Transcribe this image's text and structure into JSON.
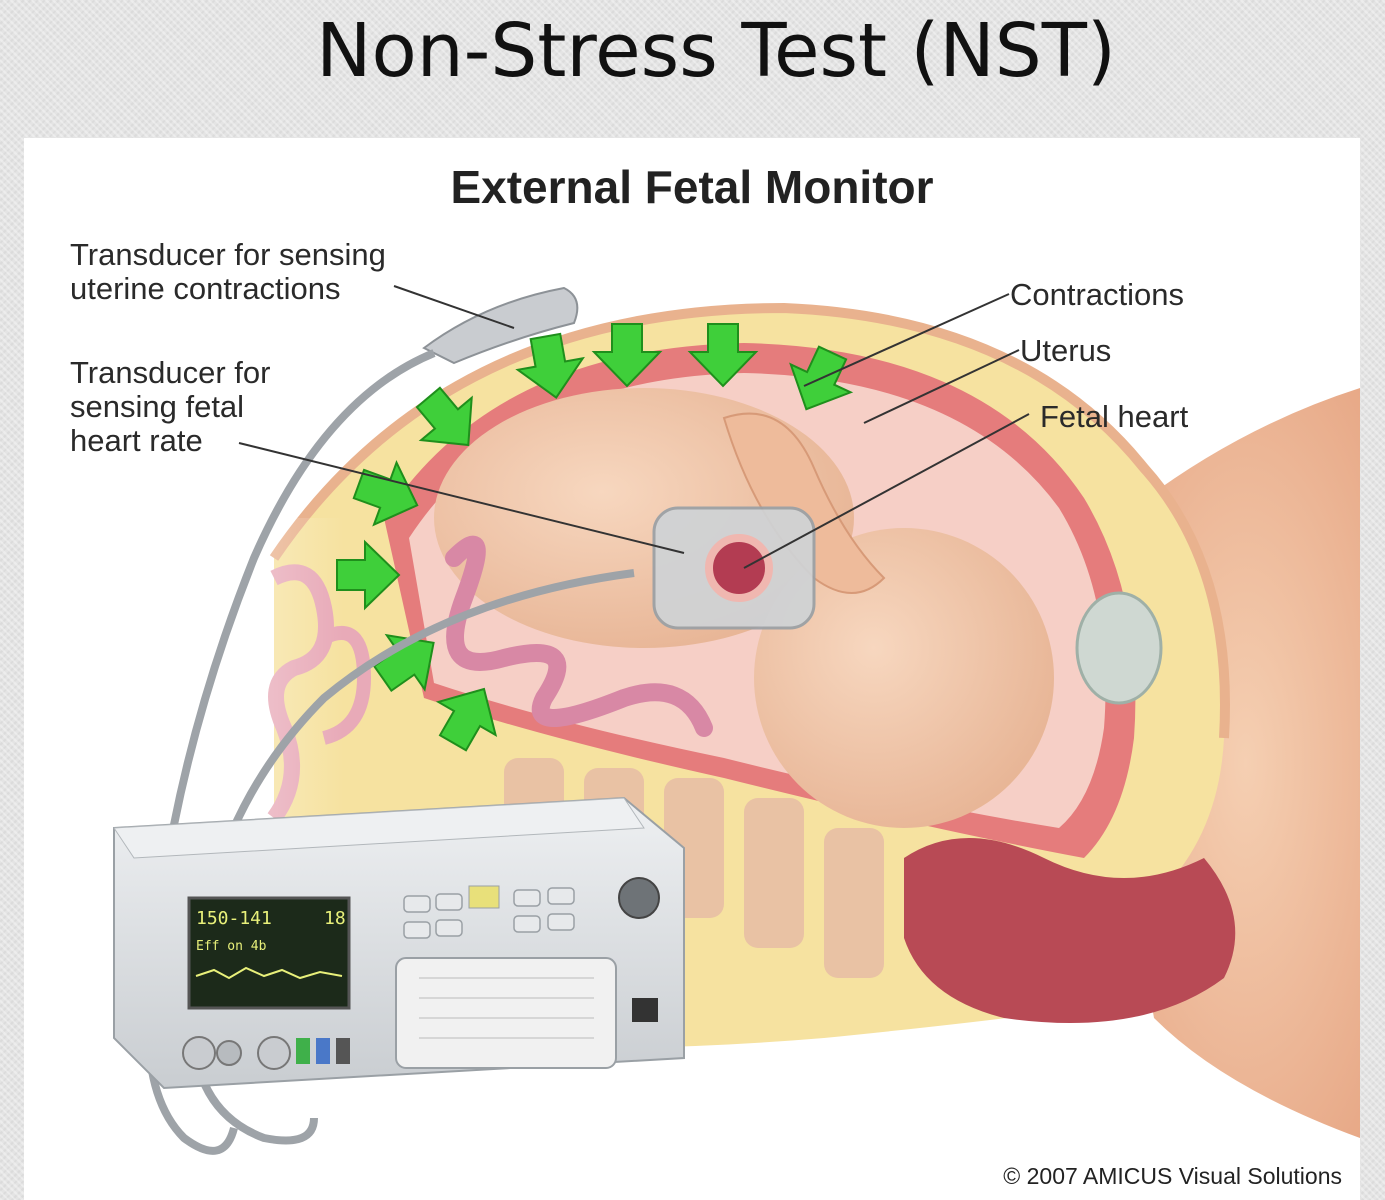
{
  "slide_title": "Non-Stress Test (NST)",
  "diagram": {
    "title": "External Fetal Monitor",
    "labels": {
      "uterine_transducer": "Transducer for sensing\nuterine contractions",
      "fetal_transducer": "Transducer for\nsensing fetal\nheart rate",
      "contractions": "Contractions",
      "uterus": "Uterus",
      "fetal_heart": "Fetal heart"
    },
    "monitor_display": {
      "line1": "150-141",
      "line1_right": "18",
      "line2": "Eff  on  4b"
    },
    "copyright": "© 2007 AMICUS Visual Solutions"
  },
  "colors": {
    "arrow_green": "#3fcf3a",
    "uterine_wall": "#e57c7c",
    "fat_layer": "#f6e2a0",
    "skin": "#f1c3a3",
    "monitor_body": "#d9dcdf",
    "screen": "#1c2a1a",
    "screen_text": "#e8f07a"
  }
}
